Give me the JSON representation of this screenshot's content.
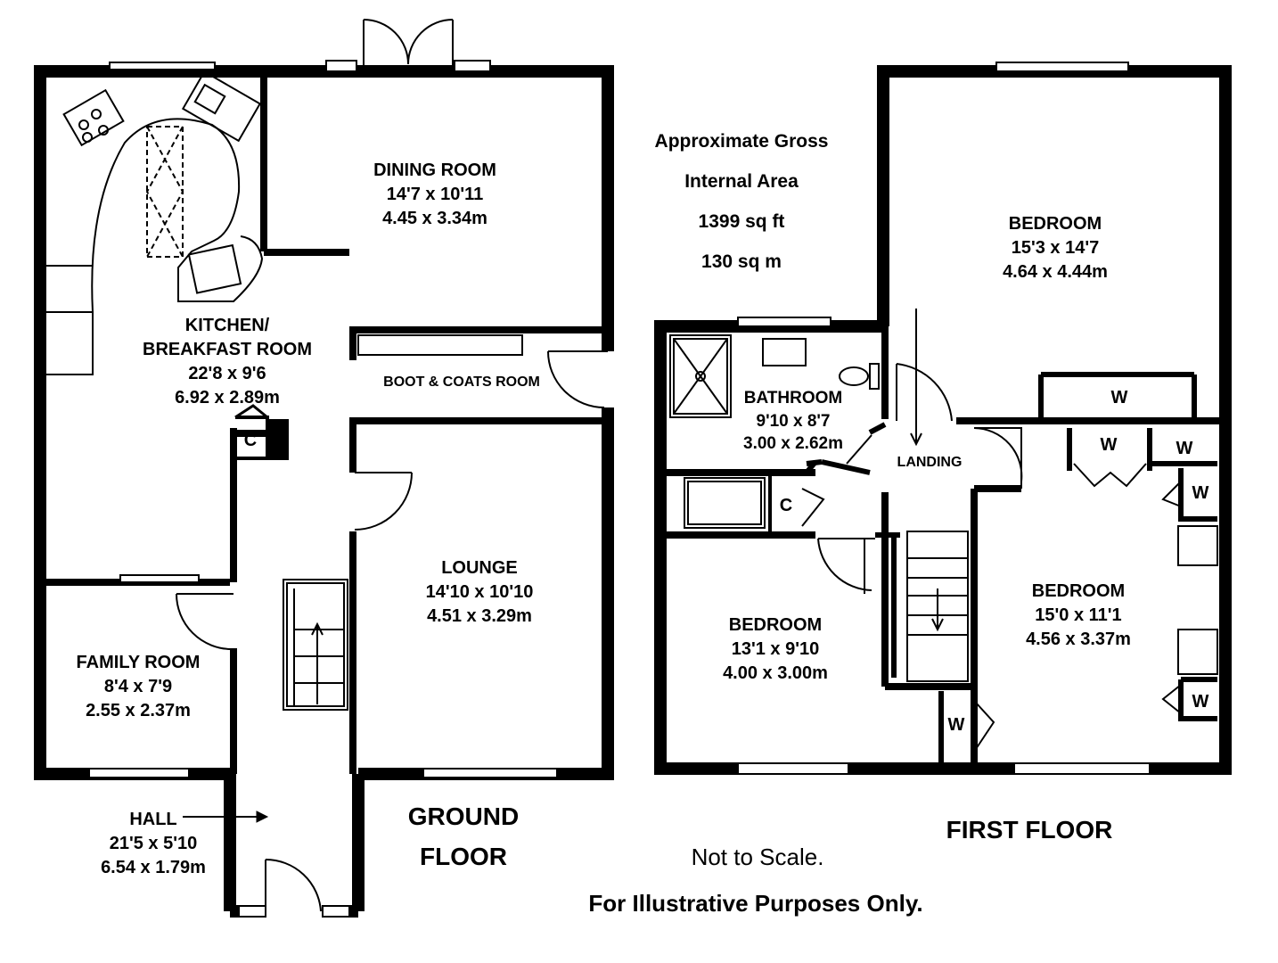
{
  "rooms": {
    "dining": {
      "name": "DINING ROOM",
      "imperial": "14'7 x 10'11",
      "metric": "4.45 x 3.34m"
    },
    "kitchen": {
      "name1": "KITCHEN/",
      "name2": "BREAKFAST ROOM",
      "imperial": "22'8 x 9'6",
      "metric": "6.92 x 2.89m"
    },
    "boot": {
      "name": "BOOT & COATS ROOM"
    },
    "lounge": {
      "name": "LOUNGE",
      "imperial": "14'10 x 10'10",
      "metric": "4.51 x 3.29m"
    },
    "family": {
      "name": "FAMILY ROOM",
      "imperial": "8'4 x 7'9",
      "metric": "2.55 x 2.37m"
    },
    "hall": {
      "name": "HALL",
      "imperial": "21'5 x 5'10",
      "metric": "6.54 x 1.79m"
    },
    "bathroom": {
      "name": "BATHROOM",
      "imperial": "9'10 x 8'7",
      "metric": "3.00 x 2.62m"
    },
    "landing": {
      "name": "LANDING"
    },
    "bedroom1": {
      "name": "BEDROOM",
      "imperial": "15'3 x 14'7",
      "metric": "4.64 x 4.44m"
    },
    "bedroom2": {
      "name": "BEDROOM",
      "imperial": "15'0 x 11'1",
      "metric": "4.56 x 3.37m"
    },
    "bedroom3": {
      "name": "BEDROOM",
      "imperial": "13'1 x 9'10",
      "metric": "4.00 x 3.00m"
    }
  },
  "cupboard_label": "C",
  "wardrobe_label": "W",
  "area": {
    "line1": "Approximate Gross",
    "line2": "Internal Area",
    "sqft": "1399 sq ft",
    "sqm": "130 sq m"
  },
  "floors": {
    "ground1": "GROUND",
    "ground2": "FLOOR",
    "first": "FIRST FLOOR"
  },
  "notes": {
    "scale": "Not to Scale.",
    "illustrative": "For Illustrative Purposes Only."
  }
}
